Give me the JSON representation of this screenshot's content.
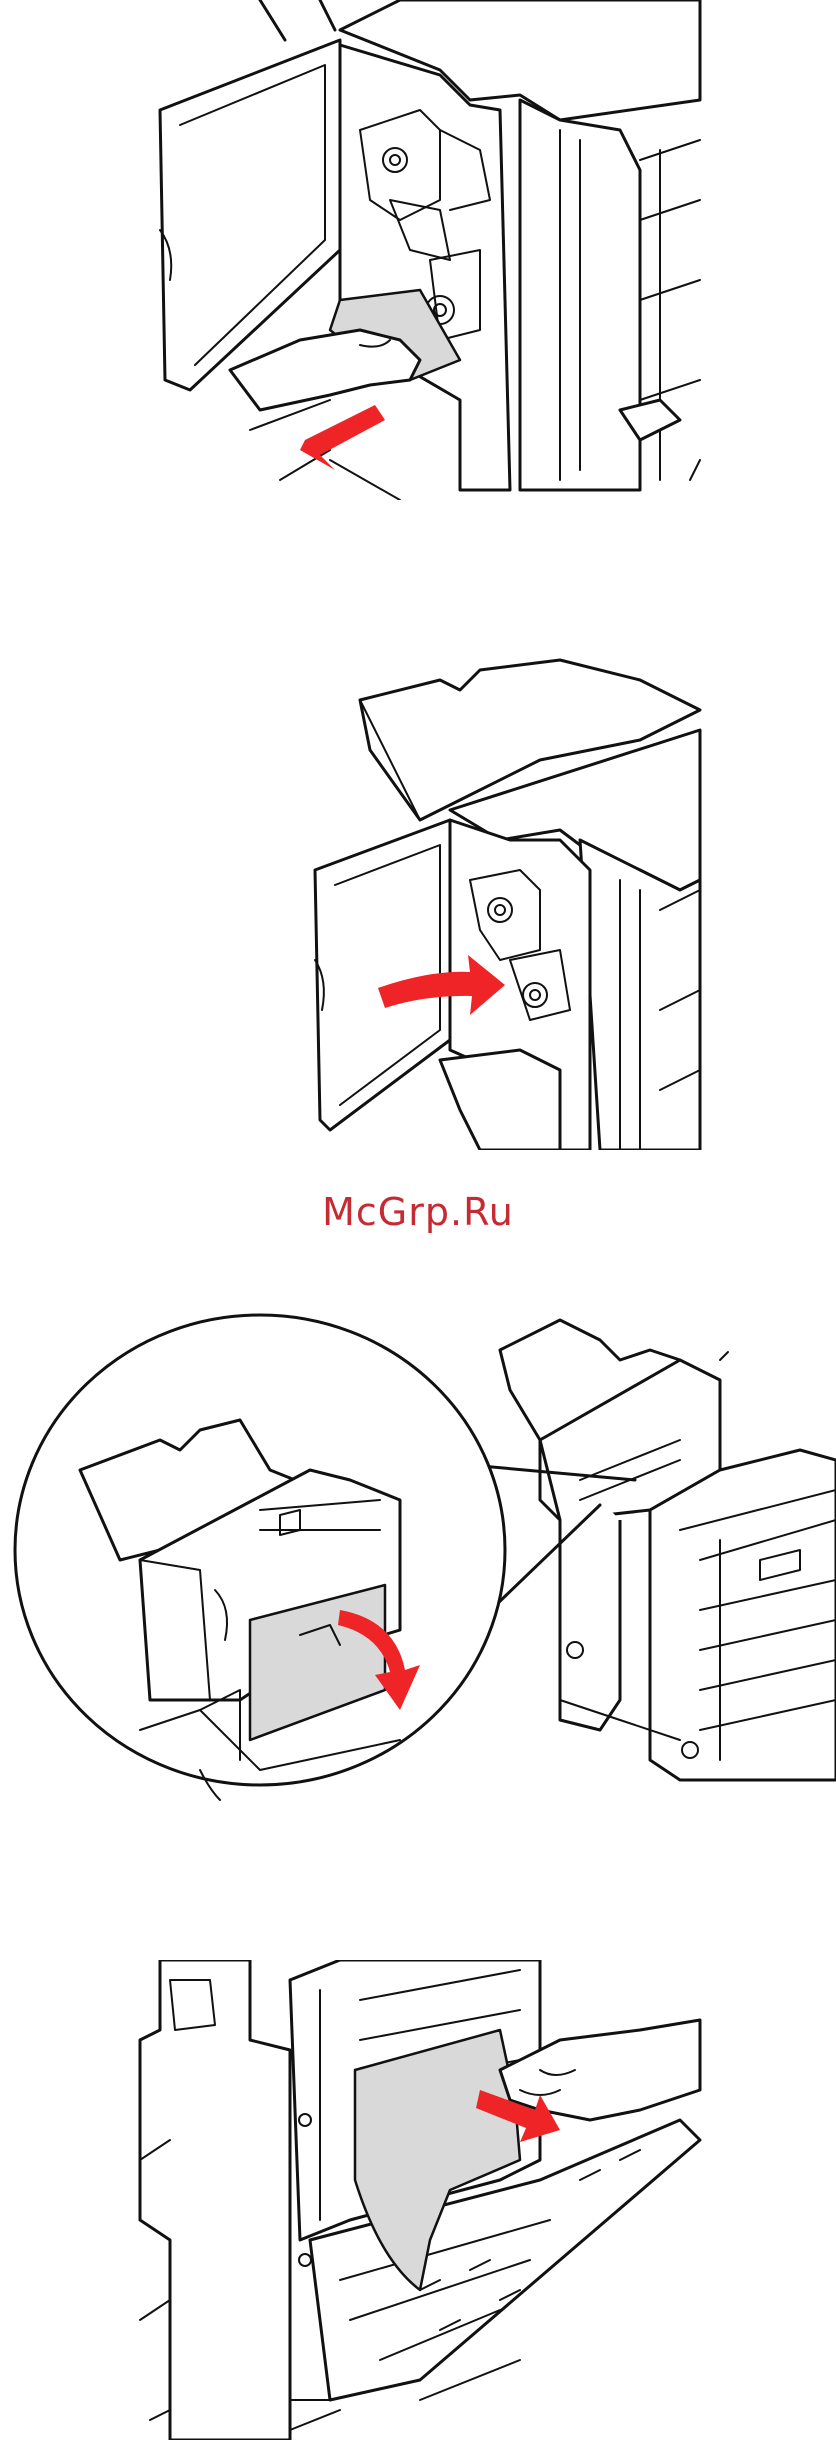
{
  "page": {
    "watermark": "McGrp.Ru"
  },
  "colors": {
    "arrow": "#ee2427",
    "watermark": "#c62a32",
    "paper": "#d9d9d9",
    "line": "#111111"
  },
  "illustrations": [
    {
      "id": "remove-jammed-paper-from-finisher-front",
      "icon": "hand-pulling-paper-icon"
    },
    {
      "id": "rotate-finisher-knob",
      "icon": "curved-arrow-icon"
    },
    {
      "id": "open-finisher-lower-cover",
      "icon": "magnifier-callout-icon"
    },
    {
      "id": "remove-jammed-paper-from-side",
      "icon": "hand-pulling-paper-icon"
    }
  ]
}
